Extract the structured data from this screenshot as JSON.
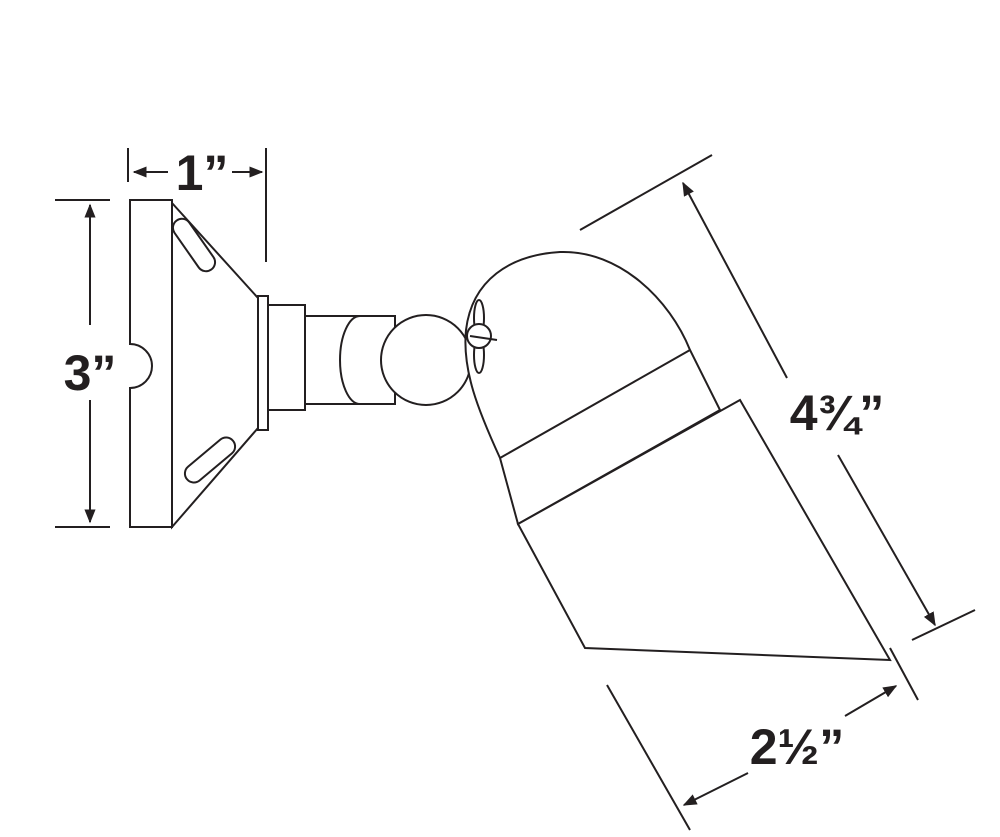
{
  "diagram": {
    "dimensions": {
      "base_depth": "1”",
      "base_height": "3”",
      "head_length": "4¾”",
      "head_width": "2½”"
    },
    "colors": {
      "line": "#231f20",
      "background": "#ffffff"
    }
  }
}
